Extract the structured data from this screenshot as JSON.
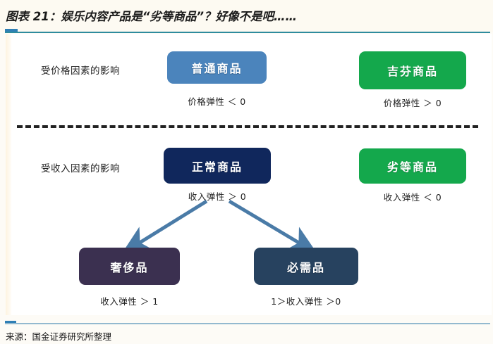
{
  "title": "图表 21：娱乐内容产品是“劣等商品”？好像不是吧……",
  "source": "来源：国金证券研究所整理",
  "colors": {
    "accent_rule": "#2e8c9e",
    "ordinary_goods": "#4b84bc",
    "giffen_goods": "#14a84c",
    "normal_goods": "#10275c",
    "inferior_goods": "#14a84c",
    "luxury_goods": "#3b3050",
    "necessity_goods": "#27425f",
    "arrow": "#4a7ba7",
    "divider": "#222222"
  },
  "rows": [
    {
      "id": "price",
      "label": "受价格因素的影响"
    },
    {
      "id": "income",
      "label": "受收入因素的影响"
    }
  ],
  "nodes": {
    "ordinary": {
      "label": "普通商品",
      "caption": "价格弹性 ＜ 0"
    },
    "giffen": {
      "label": "吉芬商品",
      "caption": "价格弹性 ＞ 0"
    },
    "normal": {
      "label": "正常商品",
      "caption": "收入弹性 ＞ 0"
    },
    "inferior": {
      "label": "劣等商品",
      "caption": "收入弹性 ＜ 0"
    },
    "luxury": {
      "label": "奢侈品",
      "caption": "收入弹性 ＞ 1"
    },
    "necessity": {
      "label": "必需品",
      "caption": "1＞收入弹性 ＞0"
    }
  },
  "arrows": [
    {
      "from": "normal",
      "to": "luxury"
    },
    {
      "from": "normal",
      "to": "necessity"
    }
  ]
}
